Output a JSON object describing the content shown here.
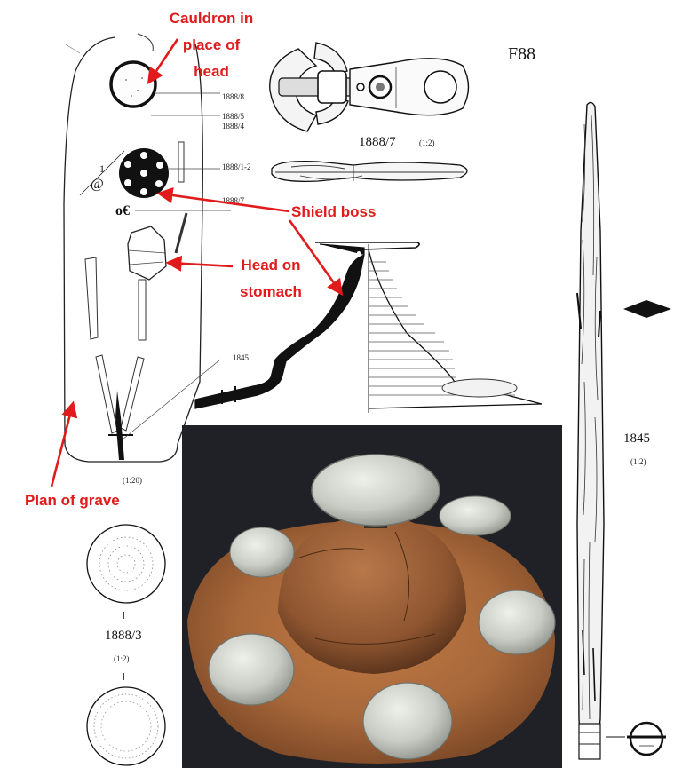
{
  "figure": {
    "id": "F88",
    "annotations": {
      "cauldron": [
        "Cauldron in",
        "place of",
        "head"
      ],
      "shield_boss": "Shield boss",
      "head_on_stomach": [
        "Head on",
        "stomach"
      ],
      "plan_of_grave": "Plan of grave"
    },
    "grave_labels": [
      "1888/8",
      "1888/5",
      "1888/4",
      "1888/1-2",
      "1888/7",
      "1845"
    ],
    "grave_scale": "(1:20)",
    "captions": {
      "buckle": "1888/7",
      "buckle_scale": "(1:2)",
      "disc": "1888/3",
      "disc_scale": "(1:2)",
      "spear": "1845",
      "spear_scale": "(1:2)"
    },
    "colors": {
      "annotation": "#e11b1b",
      "ink": "#111111",
      "rust": "#a8683a",
      "silver": "#c9ccc5",
      "photo_bg": "#1f2126"
    }
  }
}
